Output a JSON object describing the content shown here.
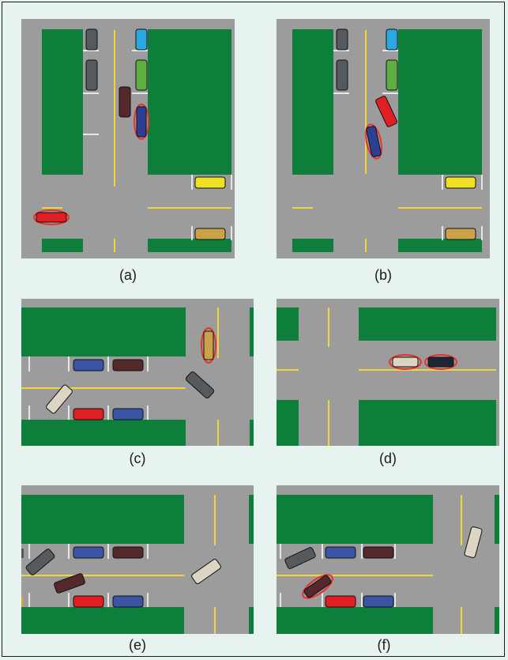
{
  "figure": {
    "panels": [
      {
        "id": "a",
        "label": "(a)"
      },
      {
        "id": "b",
        "label": "(b)"
      },
      {
        "id": "c",
        "label": "(c)"
      },
      {
        "id": "d",
        "label": "(d)"
      },
      {
        "id": "e",
        "label": "(e)"
      },
      {
        "id": "f",
        "label": "(f)"
      }
    ]
  },
  "colors": {
    "background": "#e6f3ef",
    "road": "#9c9c9c",
    "grass": "#0e7f3b",
    "lane_yellow": "#f3d43b",
    "stall_white": "#ffffff",
    "highlight": "#e8322d",
    "cars": {
      "red": "#e21e25",
      "blue": "#3a55a6",
      "darkblue": "#2c3f90",
      "maroon": "#55292c",
      "green": "#5fae44",
      "cyan": "#2aa8e0",
      "gray": "#555a5e",
      "yellow": "#f1e125",
      "tan": "#c9a24a",
      "beige": "#ddd5c3",
      "navy": "#1f2633"
    }
  }
}
